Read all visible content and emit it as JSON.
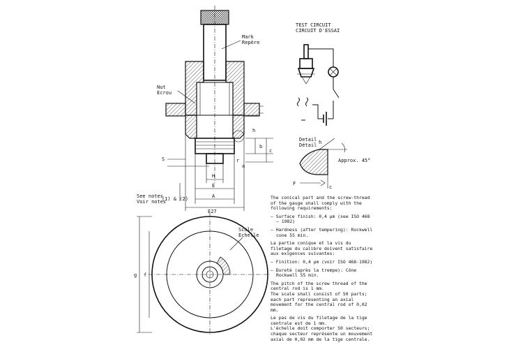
{
  "labels": {
    "mark": "Mark",
    "repere": "Repère",
    "nut": "Nut",
    "ecrou": "Ecrou",
    "test_circuit": "TEST CIRCUIT",
    "circuit_essai": "CIRCUIT D'ESSAI",
    "detail": "Detail",
    "detail_fr": "Détail",
    "h": "h",
    "approx": "Approx. 45°",
    "F": "F",
    "c": "c",
    "b": "b",
    "a": "a",
    "r": "r",
    "S": "S",
    "H": "H",
    "E": "E",
    "A": "A",
    "e27": "E27",
    "see_notes": "See notes",
    "voir_notes": "Voir notes",
    "notes_ref": "(1) & (2)",
    "scale": "Scale",
    "echelle": "Echelle",
    "g": "g",
    "f": "f"
  },
  "notes": {
    "en_intro": "The conical part and the screw-thread of the gauge shall comply with the following requirements:",
    "en_1": "– Surface finish: 0,4 µm (see ISO 468 – 1982)",
    "en_2": "– Hardness (after tempering): Rockwell cone 55 min.",
    "fr_intro": "La partie conique et la vis du filetage du calibre doivent satisfaire aux exigences suivantes:",
    "fr_1": "– Finition: 0,4 µm (voir ISO 468-1982)",
    "fr_2": "– Dureté (après la trempe): Cône Rockwell 55 min.",
    "en_pitch": "The pitch of the screw thread of the central rod is 1 mm.\nThe scale shall consist of 50 parts; each part representing an axial movement for the central rod of 0,02 mm.",
    "fr_pitch": "Le pas de vis du filetage de la tige centrale est de 1 mm.\nL'échelle doit comporter 50 secteurs; chaque secteur représente un mouvement axial de 0,02 mm de la tige centrale."
  }
}
